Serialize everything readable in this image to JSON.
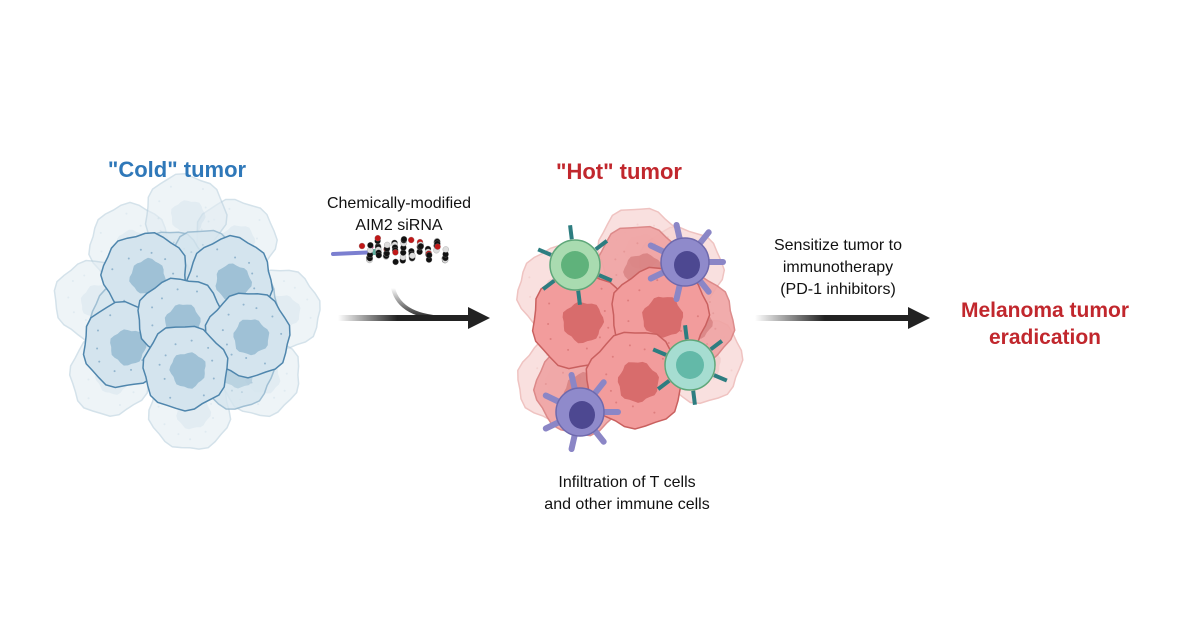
{
  "cold_tumor": {
    "title": "\"Cold\" tumor",
    "color": "#2f78b9"
  },
  "step1": {
    "line1": "Chemically-modified",
    "line2": "AIM2 siRNA"
  },
  "hot_tumor": {
    "title": "\"Hot\" tumor",
    "color": "#c1272d"
  },
  "infiltration": {
    "line1": "Infiltration of T cells",
    "line2": "and other immune cells"
  },
  "step2": {
    "line1": "Sensitize tumor to",
    "line2": "immunotherapy",
    "line3": "(PD-1 inhibitors)"
  },
  "outcome": {
    "line1": "Melanoma tumor",
    "line2": "eradication",
    "color": "#c1272d"
  }
}
